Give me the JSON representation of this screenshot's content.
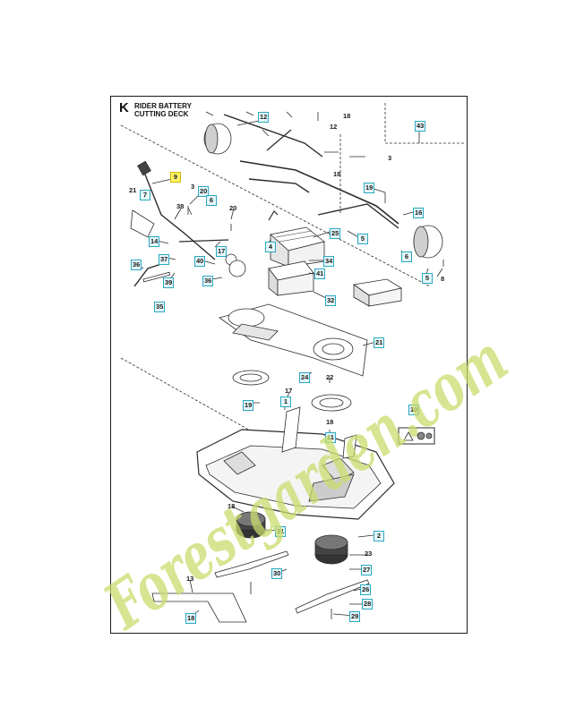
{
  "header": {
    "section_letter": "K",
    "title_line1": "RIDER BATTERY",
    "title_line2": "CUTTING DECK"
  },
  "watermark": {
    "text": "Forestgarden.com",
    "color_green": "#c9dc6e",
    "color_brown": "#c7b6a2"
  },
  "colors": {
    "callout_box_border": "#2aa8c0",
    "callout_box_fill": "#e6f7fb",
    "selected_fill": "#fff36a",
    "line": "#2b2b2b"
  },
  "callouts": [
    {
      "id": "c12a",
      "label": "12",
      "boxed": true
    },
    {
      "id": "c18a",
      "label": "18",
      "boxed": false
    },
    {
      "id": "c12b",
      "label": "12",
      "boxed": false
    },
    {
      "id": "c43",
      "label": "43",
      "boxed": true
    },
    {
      "id": "c3a",
      "label": "3",
      "boxed": false
    },
    {
      "id": "c18b",
      "label": "18",
      "boxed": false
    },
    {
      "id": "c9",
      "label": "9",
      "boxed": true,
      "selected": true
    },
    {
      "id": "c3b",
      "label": "3",
      "boxed": false
    },
    {
      "id": "c20a",
      "label": "20",
      "boxed": true
    },
    {
      "id": "c6a",
      "label": "6",
      "boxed": true
    },
    {
      "id": "c19",
      "label": "19",
      "boxed": true
    },
    {
      "id": "c16",
      "label": "16",
      "boxed": true
    },
    {
      "id": "c21a",
      "label": "21",
      "boxed": false
    },
    {
      "id": "c7",
      "label": "7",
      "boxed": true
    },
    {
      "id": "c38",
      "label": "38",
      "boxed": false
    },
    {
      "id": "c20b",
      "label": "20",
      "boxed": false
    },
    {
      "id": "c25",
      "label": "25",
      "boxed": true
    },
    {
      "id": "c5a",
      "label": "5",
      "boxed": true
    },
    {
      "id": "c14",
      "label": "14",
      "boxed": true
    },
    {
      "id": "c37",
      "label": "37",
      "boxed": true
    },
    {
      "id": "c17a",
      "label": "17",
      "boxed": true
    },
    {
      "id": "c4a",
      "label": "4",
      "boxed": true
    },
    {
      "id": "c34",
      "label": "34",
      "boxed": true
    },
    {
      "id": "c6b",
      "label": "6",
      "boxed": true
    },
    {
      "id": "c8",
      "label": "8",
      "boxed": false
    },
    {
      "id": "c36",
      "label": "36",
      "boxed": true
    },
    {
      "id": "c40",
      "label": "40",
      "boxed": true
    },
    {
      "id": "c41",
      "label": "41",
      "boxed": true
    },
    {
      "id": "c5b",
      "label": "5",
      "boxed": true
    },
    {
      "id": "c39",
      "label": "39",
      "boxed": true
    },
    {
      "id": "c35",
      "label": "35",
      "boxed": true
    },
    {
      "id": "c36b",
      "label": "36",
      "boxed": true
    },
    {
      "id": "c32",
      "label": "32",
      "boxed": true
    },
    {
      "id": "c21b",
      "label": "21",
      "boxed": true
    },
    {
      "id": "c24",
      "label": "24",
      "boxed": true
    },
    {
      "id": "c22",
      "label": "22",
      "boxed": false
    },
    {
      "id": "c17b",
      "label": "17",
      "boxed": false
    },
    {
      "id": "c19b",
      "label": "19",
      "boxed": true
    },
    {
      "id": "c1",
      "label": "1",
      "boxed": true
    },
    {
      "id": "c10",
      "label": "10",
      "boxed": true
    },
    {
      "id": "c18c",
      "label": "18",
      "boxed": false
    },
    {
      "id": "c11",
      "label": "11",
      "boxed": true
    },
    {
      "id": "c18d",
      "label": "18",
      "boxed": false
    },
    {
      "id": "c31",
      "label": "31",
      "boxed": true
    },
    {
      "id": "c2",
      "label": "2",
      "boxed": true
    },
    {
      "id": "c23",
      "label": "23",
      "boxed": false
    },
    {
      "id": "c27",
      "label": "27",
      "boxed": true
    },
    {
      "id": "c30",
      "label": "30",
      "boxed": true
    },
    {
      "id": "c13",
      "label": "13",
      "boxed": false
    },
    {
      "id": "c26",
      "label": "26",
      "boxed": true
    },
    {
      "id": "c28",
      "label": "28",
      "boxed": true
    },
    {
      "id": "c18e",
      "label": "18",
      "boxed": true
    },
    {
      "id": "c29",
      "label": "29",
      "boxed": true
    }
  ]
}
